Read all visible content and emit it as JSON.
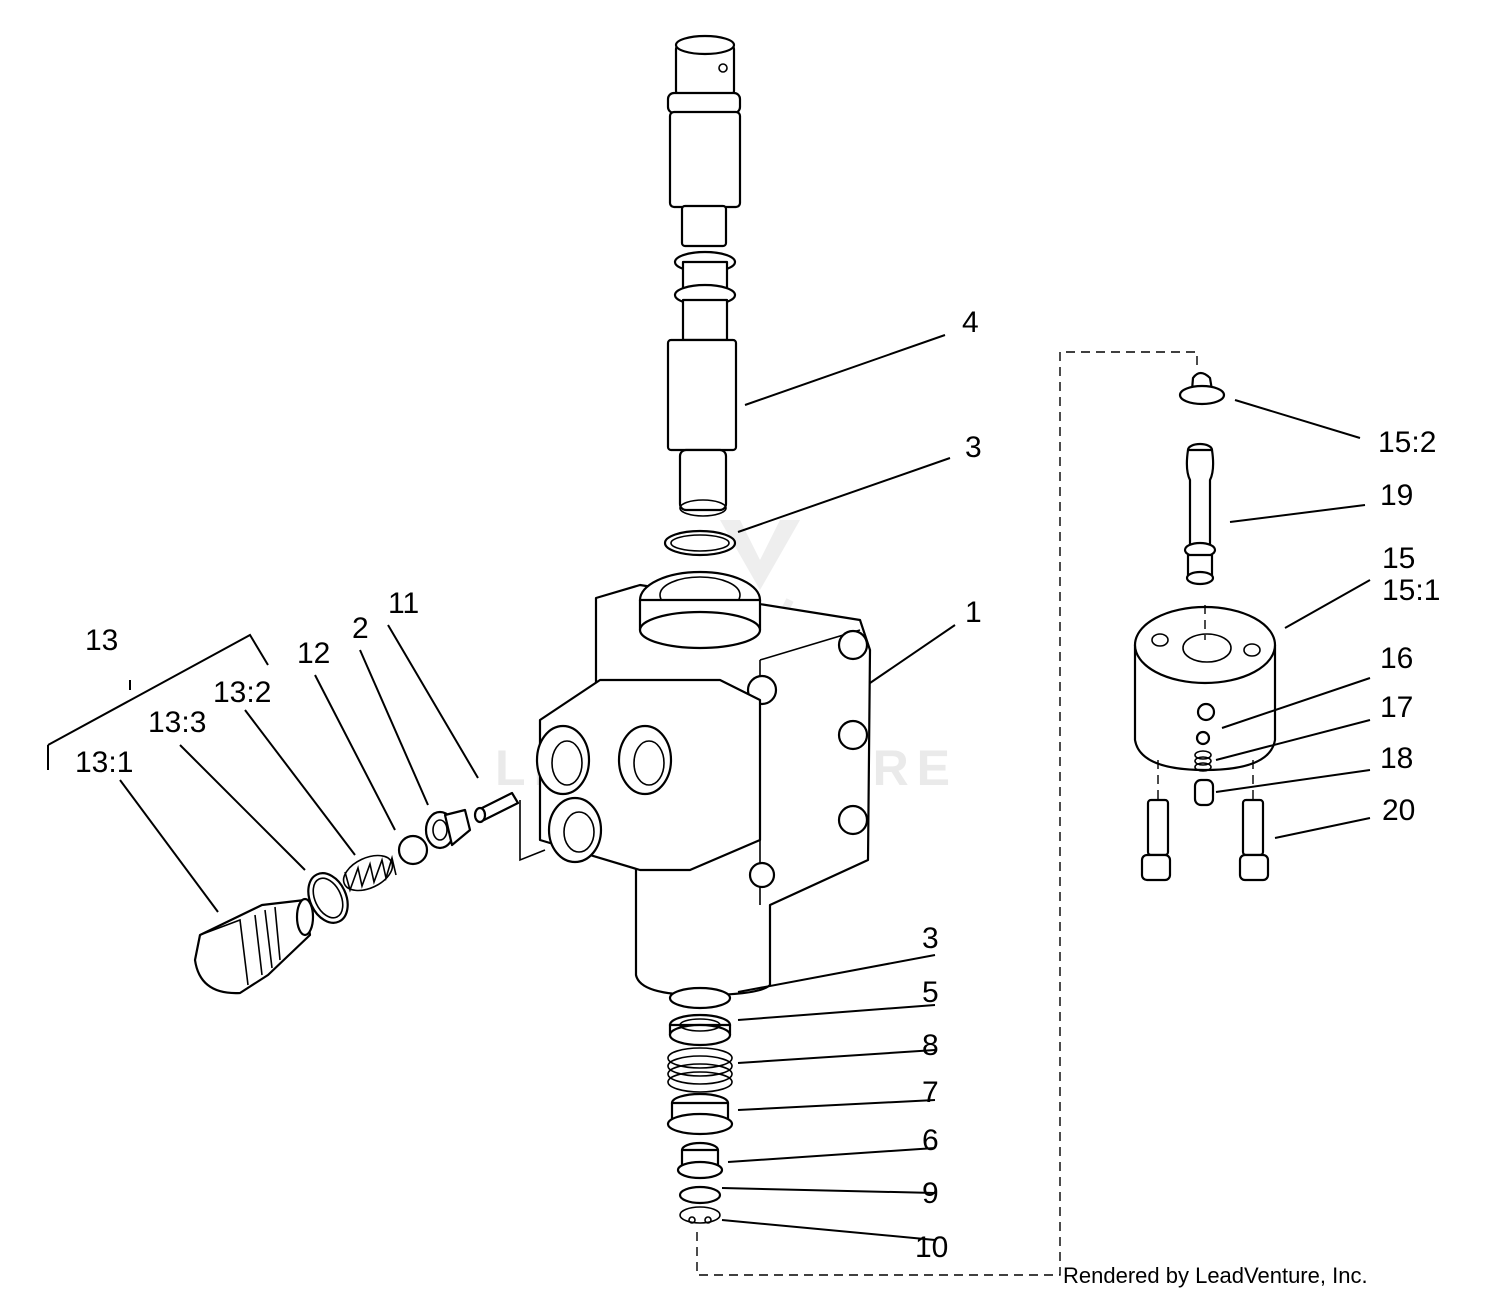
{
  "callouts": {
    "c1": "1",
    "c2": "2",
    "c3_top": "3",
    "c3_bottom": "3",
    "c4": "4",
    "c5": "5",
    "c6": "6",
    "c7": "7",
    "c8": "8",
    "c9": "9",
    "c10": "10",
    "c11": "11",
    "c12": "12",
    "c13": "13",
    "c13_1": "13:1",
    "c13_2": "13:2",
    "c13_3": "13:3",
    "c15": "15",
    "c15_1": "15:1",
    "c15_2": "15:2",
    "c16": "16",
    "c17": "17",
    "c18": "18",
    "c19": "19",
    "c20": "20"
  },
  "watermark": "LEADVENTURE",
  "credit": "Rendered by LeadVenture, Inc."
}
